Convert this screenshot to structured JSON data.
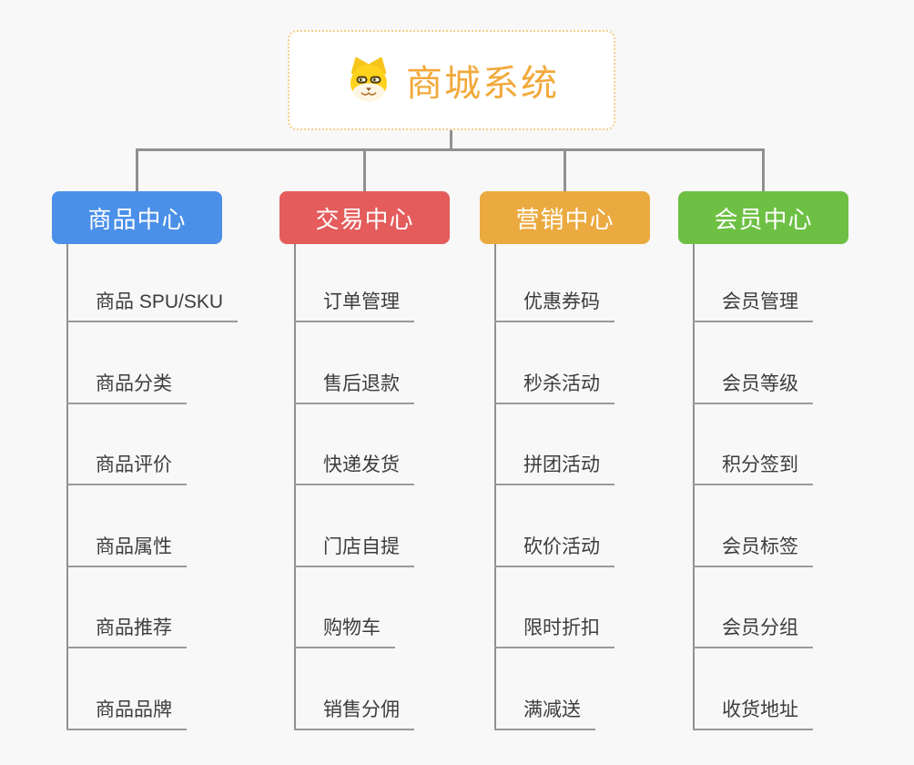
{
  "root": {
    "title": "商城系统",
    "icon": "dog-face-icon"
  },
  "branches": [
    {
      "label": "商品中心",
      "color": "#4a90e8",
      "items": [
        "商品 SPU/SKU",
        "商品分类",
        "商品评价",
        "商品属性",
        "商品推荐",
        "商品品牌"
      ]
    },
    {
      "label": "交易中心",
      "color": "#e45c5c",
      "items": [
        "订单管理",
        "售后退款",
        "快递发货",
        "门店自提",
        "购物车",
        "销售分佣"
      ]
    },
    {
      "label": "营销中心",
      "color": "#ebaa3f",
      "items": [
        "优惠券码",
        "秒杀活动",
        "拼团活动",
        "砍价活动",
        "限时折扣",
        "满减送"
      ]
    },
    {
      "label": "会员中心",
      "color": "#6dc044",
      "items": [
        "会员管理",
        "会员等级",
        "积分签到",
        "会员标签",
        "会员分组",
        "收货地址"
      ]
    }
  ],
  "colors": {
    "canvas_background": "#f8f8f8",
    "connector_line": "#909090",
    "leaf_underline": "#9a9a9a",
    "leaf_text": "#3d3d3d",
    "root_border": "#f6ce8a",
    "root_text": "#f2a93b"
  }
}
